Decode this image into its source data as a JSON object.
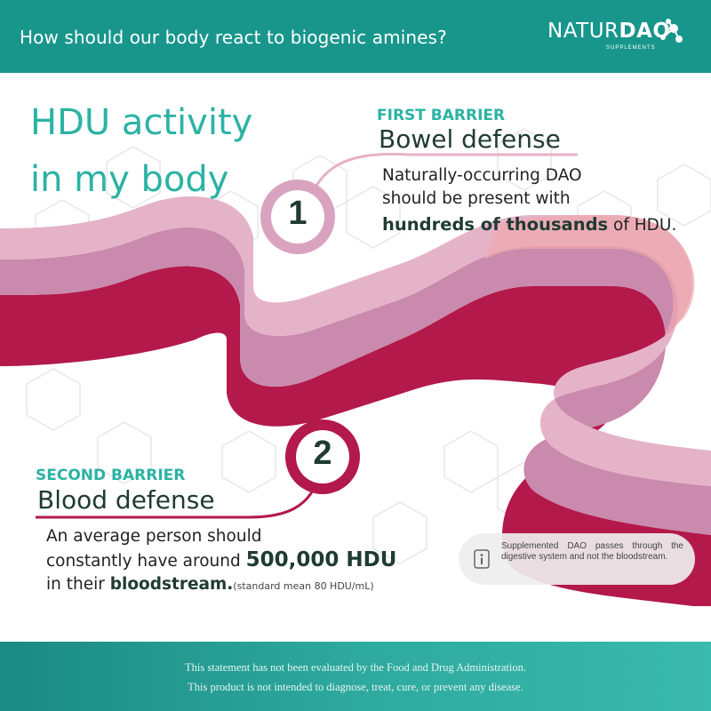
{
  "header": {
    "title": "How should our body react to biogenic amines?",
    "logo_primary": "NATUR",
    "logo_secondary": "DAO",
    "logo_sub": "SUPPLEMENTS"
  },
  "main": {
    "title_line1": "HDU activity",
    "title_line2": "in my body"
  },
  "first_barrier": {
    "number": "1",
    "kicker": "FIRST BARRIER",
    "title": "Bowel defense",
    "line1": "Naturally-occurring DAO",
    "line2": "should be present with",
    "line3_bold": "hundreds of thousands",
    "line3_rest": " of HDU."
  },
  "second_barrier": {
    "number": "2",
    "kicker": "SECOND BARRIER",
    "title": "Blood defense",
    "line1": "An average person should",
    "line2_pre": "constantly have around ",
    "line2_bold": "500,000 HDU",
    "line3_pre": "in their ",
    "line3_bold": "bloodstream.",
    "line3_small": "(standard mean 80 HDU/mL)"
  },
  "note": {
    "icon": "info-icon",
    "text": "Supplemented DAO passes through the digestive system and not the bloodstream."
  },
  "footer": {
    "line1": "This statement has not been evaluated by the Food and Drug Administration.",
    "line2": "This product is not intended to diagnose, treat, cure, or prevent any disease."
  },
  "colors": {
    "teal": "#19968c",
    "teal_text": "#2bb3a3",
    "pink_top": "#e5b3c8",
    "crimson": "#b3194a",
    "dark_green": "#1f3b33"
  }
}
